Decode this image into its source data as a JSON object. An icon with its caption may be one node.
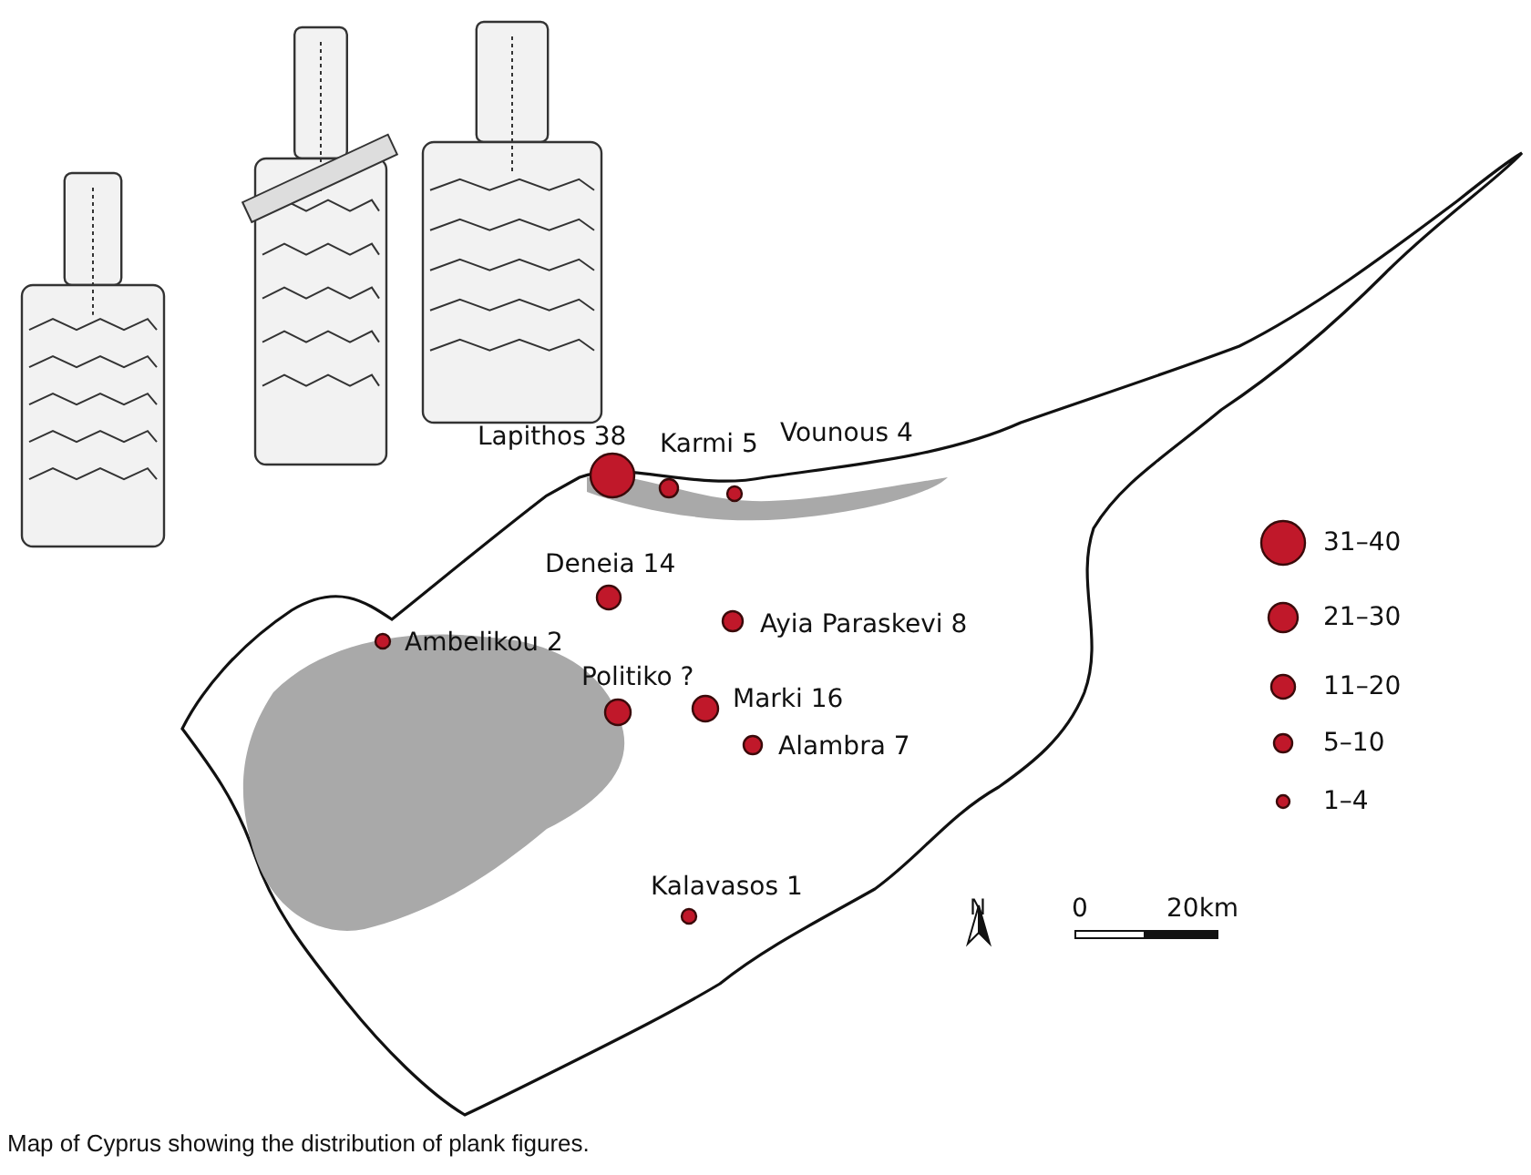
{
  "diagram": {
    "caption": "Map of Cyprus showing the distribution of plank figures.",
    "labels": [
      "Lapithos 38",
      "Karmi 5",
      "Vounous 4",
      "Deneia 14",
      "Ayia Paraskevi 8",
      "Ambelikou 2",
      "Politiko ?",
      "Marki 16",
      "Alambra 7",
      "Kalavasos 1",
      "N",
      "0",
      "20km"
    ],
    "legend": [
      {
        "text": "31–40"
      },
      {
        "text": "21–30"
      },
      {
        "text": "11–20"
      },
      {
        "text": "5–10"
      },
      {
        "text": "1–4"
      }
    ]
  }
}
